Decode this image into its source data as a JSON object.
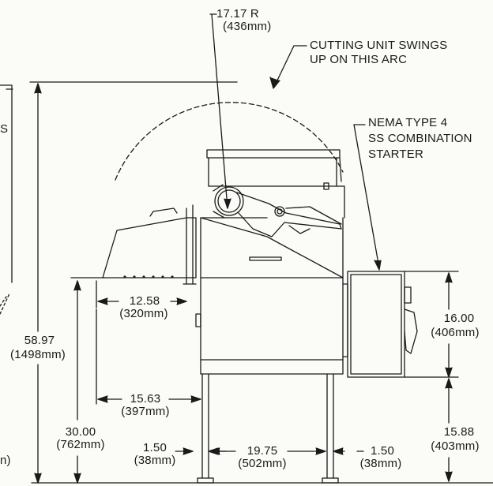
{
  "labels": {
    "radius": "17.17 R",
    "radius_mm": "(436mm)",
    "arc_note_1": "CUTTING UNIT SWINGS",
    "arc_note_2": "UP ON THIS ARC",
    "starter_1": "NEMA TYPE 4",
    "starter_2": "SS COMBINATION",
    "starter_3": "STARTER",
    "left_edge_fragment": "S",
    "left_bottom_fragment": "n)",
    "dim_1258": "12.58",
    "dim_1258_mm": "(320mm)",
    "dim_1563": "15.63",
    "dim_1563_mm": "(397mm)",
    "dim_5897": "58.97",
    "dim_5897_mm": "(1498mm)",
    "dim_3000": "30.00",
    "dim_3000_mm": "(762mm)",
    "dim_150_left": "1.50",
    "dim_150_left_mm": "(38mm)",
    "dim_1975": "19.75",
    "dim_1975_mm": "(502mm)",
    "dim_150_right": "1.50",
    "dim_150_right_mm": "(38mm)",
    "dim_1600": "16.00",
    "dim_1600_mm": "(406mm)",
    "dim_1588": "15.88",
    "dim_1588_mm": "(403mm)"
  },
  "colors": {
    "line": "#1a1a1a",
    "background": "#fbfbf8"
  }
}
